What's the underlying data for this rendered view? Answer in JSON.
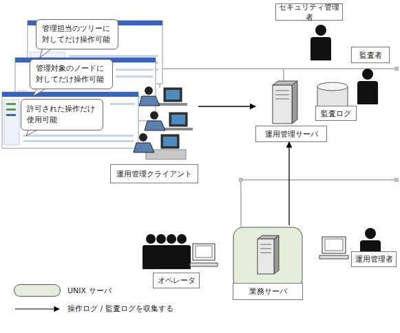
{
  "diagram": {
    "nodes": [
      {
        "text": [
          "セキュリティ管理者"
        ]
      },
      {
        "text": [
          "管理担当のツリーに対してだけ操作可能"
        ]
      },
      {
        "text": [
          "監査者"
        ]
      },
      {
        "text": [
          "管理対象のノードに対してだけ操作可能"
        ]
      },
      {
        "text": [
          "監査ログ"
        ]
      },
      {
        "text": [
          "許可された操作だけ使用可能"
        ]
      },
      {
        "text": [
          "運用管理サーバ"
        ]
      },
      {
        "text": [
          "運用管理クライアント"
        ]
      },
      {
        "text": [
          "オペレータ"
        ]
      },
      {
        "text": [
          "運用管理者"
        ]
      },
      {
        "text": [
          "業務サーバ"
        ]
      }
    ],
    "edges": [
      {
        "from": 7,
        "to": 6,
        "arrow": "to"
      },
      {
        "from": 10,
        "to": 6,
        "arrow": "to"
      }
    ],
    "legend": [
      {
        "text": "UNIX サーバ",
        "color": "#e4eedb"
      },
      {
        "text": "操作ログ / 監査ログを収集する"
      }
    ]
  }
}
